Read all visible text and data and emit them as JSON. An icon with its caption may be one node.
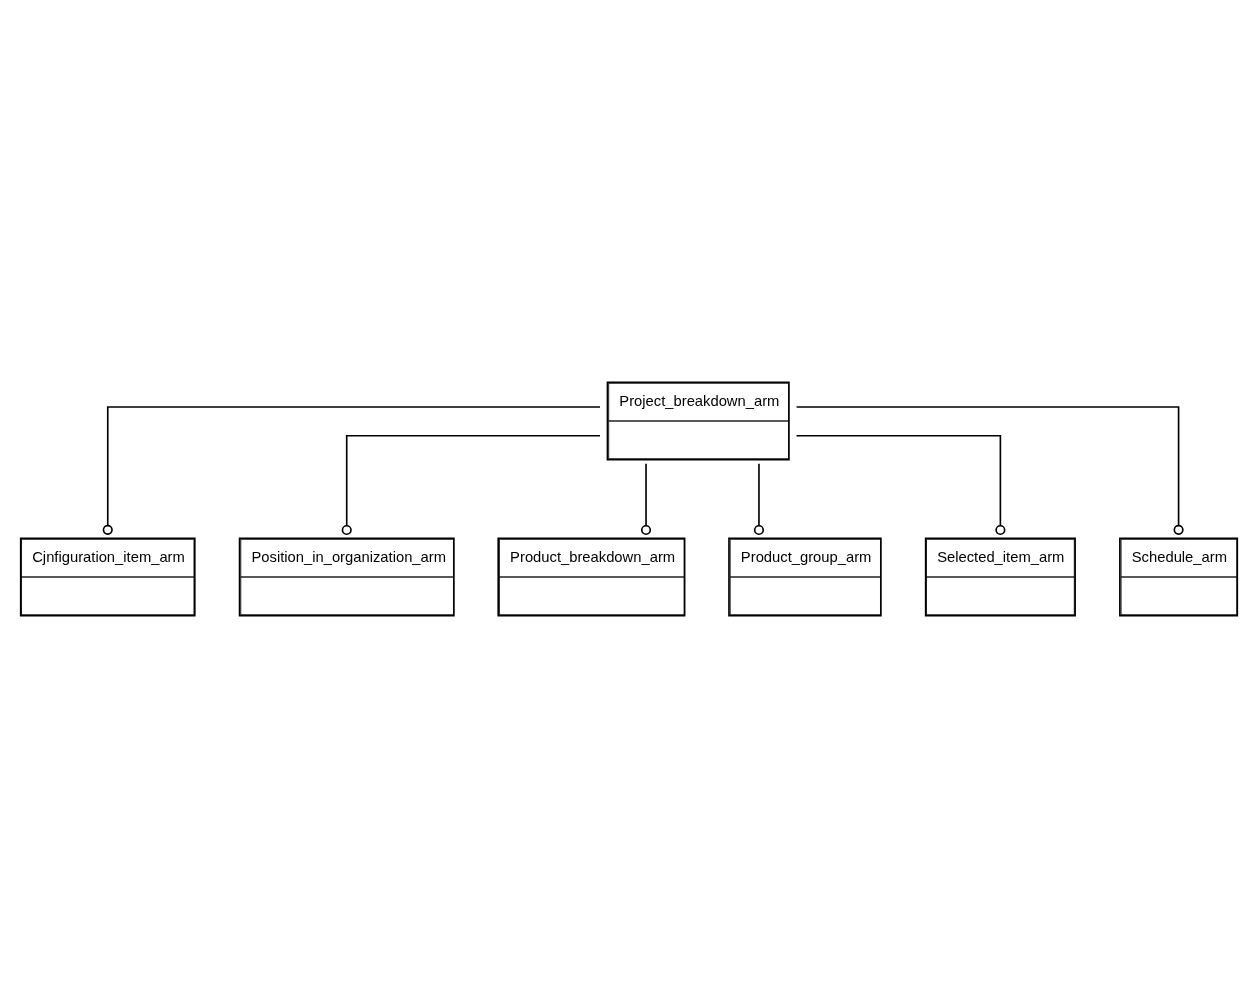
{
  "diagram": {
    "nodes": [
      {
        "text": [
          "Project_breakdown_arm"
        ]
      },
      {
        "text": [
          "Cjnfiguration_item_arm"
        ]
      },
      {
        "text": [
          "Position_in_organization_arm"
        ]
      },
      {
        "text": [
          "Product_breakdown_arm"
        ]
      },
      {
        "text": [
          "Product_group_arm"
        ]
      },
      {
        "text": [
          "Selected_item_arm"
        ]
      },
      {
        "text": [
          "Schedule_arm"
        ]
      }
    ],
    "edges": [
      {
        "from": 0,
        "to": 1,
        "arrow": "other"
      },
      {
        "from": 0,
        "to": 2,
        "arrow": "other"
      },
      {
        "from": 0,
        "to": 3,
        "arrow": "other"
      },
      {
        "from": 0,
        "to": 4,
        "arrow": "other"
      },
      {
        "from": 0,
        "to": 5,
        "arrow": "other"
      },
      {
        "from": 0,
        "to": 6,
        "arrow": "other"
      }
    ]
  }
}
